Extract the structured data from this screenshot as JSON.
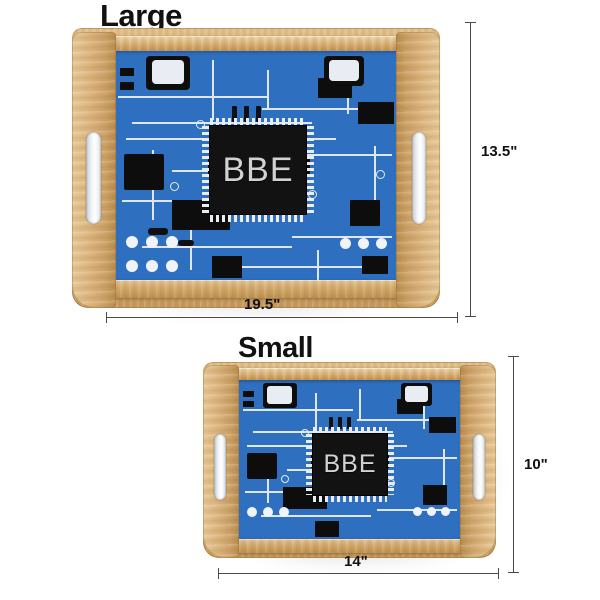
{
  "product": {
    "type": "wooden serving tray",
    "pattern_name": "circuit board",
    "monogram": "BBE",
    "board_color": "#2f6fc0",
    "trace_color": "#dfe7f2",
    "chip_color": "#121212",
    "wood_color": "#d9b277"
  },
  "variants": [
    {
      "id": "large",
      "title": "Large",
      "monogram": "BBE",
      "width_label": "19.5\"",
      "height_label": "13.5\""
    },
    {
      "id": "small",
      "title": "Small",
      "monogram": "BBE",
      "width_label": "14\"",
      "height_label": "10\""
    }
  ]
}
